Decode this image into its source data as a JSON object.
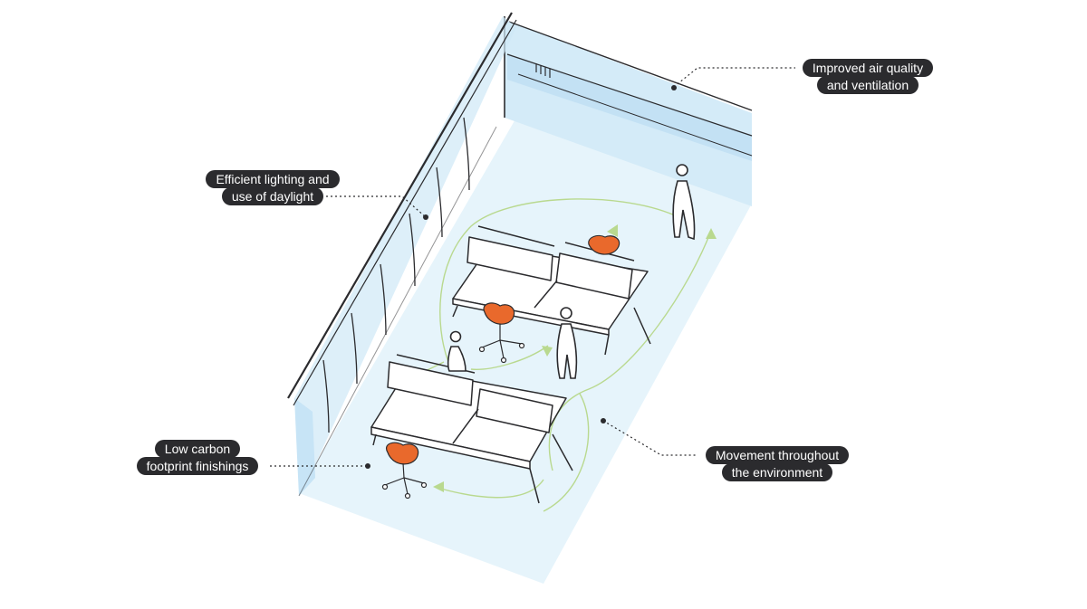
{
  "annotations": {
    "air_quality": {
      "line1": "Improved air quality",
      "line2": "and ventilation"
    },
    "lighting": {
      "line1": "Efficient lighting and",
      "line2": "use of daylight"
    },
    "low_carbon": {
      "line1": "Low carbon",
      "line2": "footprint finishings"
    },
    "movement": {
      "line1": "Movement throughout",
      "line2": "the environment"
    }
  },
  "colors": {
    "floor": "#e6f4fb",
    "wall_glass": "#cfe8f7",
    "accent_orange": "#e9692c",
    "movement_path": "#b9d98f",
    "line": "#2b2b2e",
    "label_bg": "#2b2b2e"
  }
}
